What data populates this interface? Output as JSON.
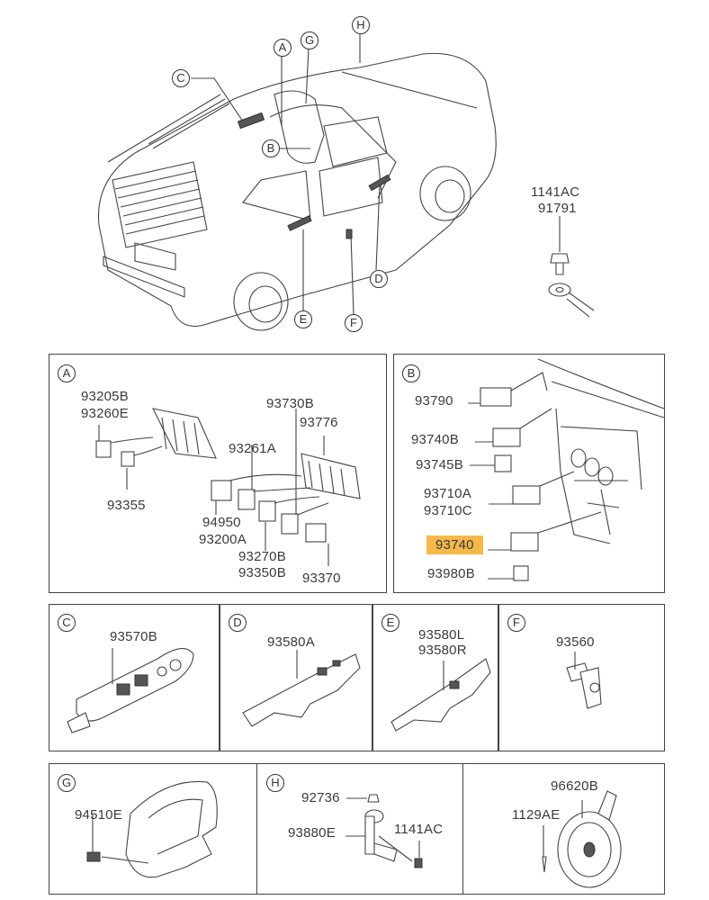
{
  "overview": {
    "callouts": [
      "A",
      "B",
      "C",
      "D",
      "E",
      "F",
      "G",
      "H"
    ],
    "ground_bolt_parts": [
      "1141AC",
      "91791"
    ]
  },
  "panels": {
    "A": {
      "letter": "A",
      "parts": [
        "93205B",
        "93260E",
        "93355",
        "93730B",
        "93776",
        "93261A",
        "94950",
        "93200A",
        "93270B",
        "93350B",
        "93370"
      ]
    },
    "B": {
      "letter": "B",
      "parts": [
        "93790",
        "93740B",
        "93745B",
        "93710A",
        "93710C",
        "93740",
        "93980B"
      ],
      "highlighted_part": "93740",
      "highlight_color": "#f5b84a"
    },
    "C": {
      "letter": "C",
      "parts": [
        "93570B"
      ]
    },
    "D": {
      "letter": "D",
      "parts": [
        "93580A"
      ]
    },
    "E": {
      "letter": "E",
      "parts": [
        "93580L",
        "93580R"
      ]
    },
    "F": {
      "letter": "F",
      "parts": [
        "93560"
      ]
    },
    "G": {
      "letter": "G",
      "parts": [
        "94510E"
      ]
    },
    "H": {
      "letter": "H",
      "parts": [
        "92736",
        "93880E",
        "1141AC"
      ]
    },
    "horn": {
      "parts": [
        "96620B",
        "1129AE"
      ]
    }
  }
}
